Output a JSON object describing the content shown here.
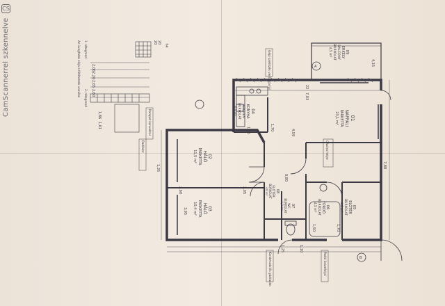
{
  "watermark": {
    "text": "CamScannerrel szkennelve",
    "logo": "cs-logo-icon"
  },
  "rooms": [
    {
      "id": "01",
      "name": "NAPPALI",
      "floor": "PARKETTA",
      "area": "23,1 m²"
    },
    {
      "id": "04",
      "name": "KONYHA",
      "sub": "KITCHEN",
      "floor": "BURKOLAT",
      "area": "6,9 m²"
    },
    {
      "id": "02",
      "name": "HÁLÓ",
      "floor": "PARKETTA",
      "area": "11,5 m²"
    },
    {
      "id": "03",
      "name": "HÁLÓ",
      "floor": "PARKETTA",
      "area": "10,4 m²"
    },
    {
      "id": "05",
      "name": "ELŐTÉR",
      "floor": "BURKOLAT",
      "area": "4,6 m²"
    },
    {
      "id": "06",
      "name": "FÜRDŐ",
      "floor": "BURKOLAT",
      "area": "4,5 m²"
    },
    {
      "id": "07",
      "name": "WC",
      "floor": "BURKOLAT",
      "area": "1,2 m²"
    },
    {
      "id": "08",
      "name": "ELŐTÉR",
      "floor": "BURKOLAT",
      "area": "3,0 m²"
    },
    {
      "id": "09",
      "name": "ERKÉLY",
      "sub": "BALCONY",
      "floor": "BURKOLAT",
      "area": "4,5 m²"
    }
  ],
  "dimensions": {
    "top_row": [
      "7,03",
      "1,70",
      "22"
    ],
    "left_block": [
      "2,06",
      "2,26",
      "2,65",
      "2,60",
      "1,86",
      "1,61"
    ],
    "inner": [
      "4,59",
      "1,05",
      "2,60",
      "2,05",
      "0,80",
      "1,35",
      "1,50",
      "1,70",
      "3,95",
      "7,88",
      "1,25",
      "1,10"
    ],
    "balcony": [
      "4,15"
    ],
    "scale_top": [
      "20",
      "20",
      "74"
    ]
  },
  "notes": {
    "legend_1": "1. rétegrend",
    "legend_2": "2. rétegrend",
    "legend_caption": "Az üvegfalak síkja a fűtőtestek vonalán",
    "fan_note": "Gépi szellőzés ventilátorral",
    "parapet_note": "Parapet konvektor",
    "radiator_note": "Radiátor",
    "gas_note": "Gázóra helye",
    "hot_water": "Kondenzációs gázkazán",
    "floor_drain": "Padló összefolyó",
    "mark_a": "A",
    "mark_b": "B"
  }
}
